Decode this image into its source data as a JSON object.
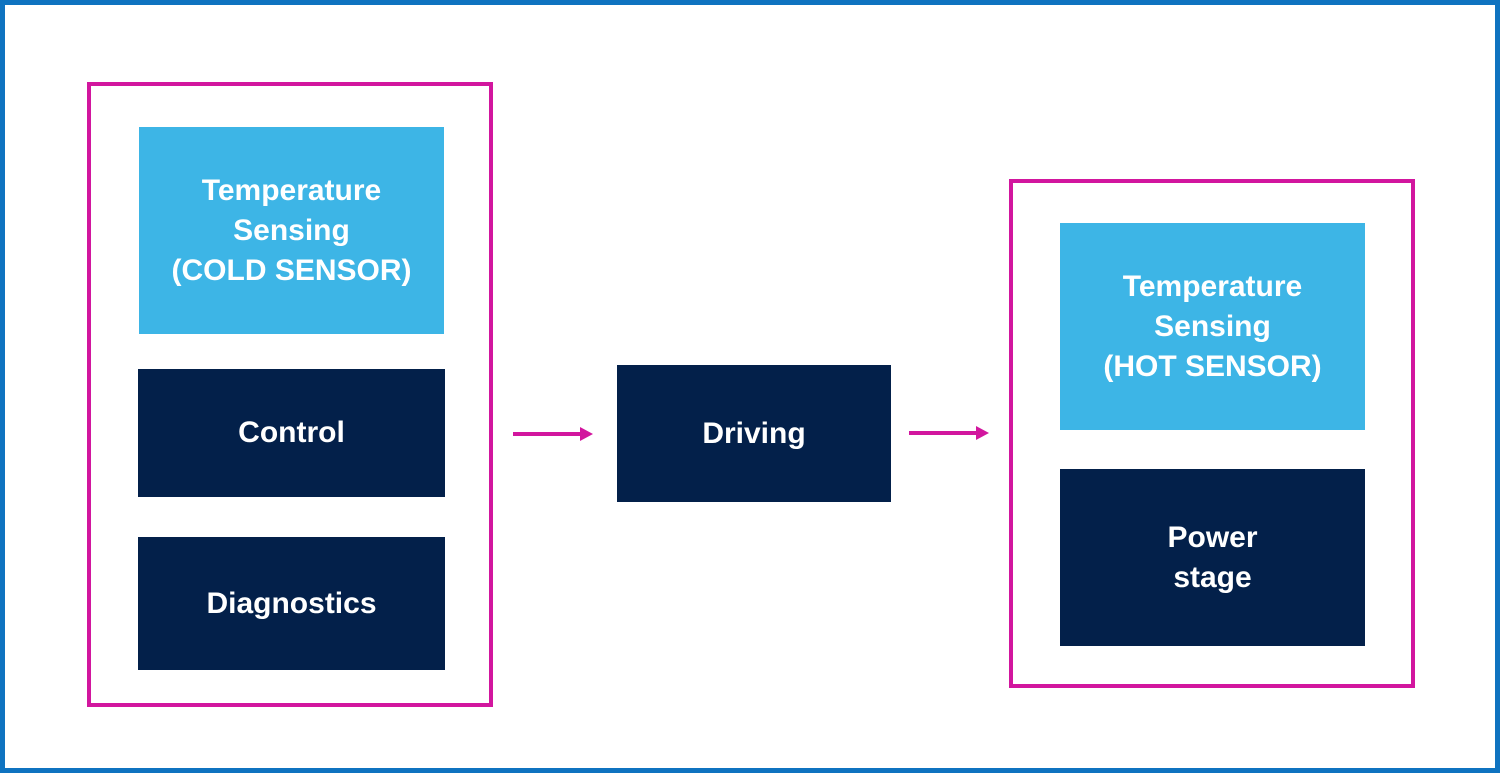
{
  "colors": {
    "frame": "#0f73c0",
    "group_border": "#d2169e",
    "sensor_block": "#3db5e6",
    "function_block": "#03204a",
    "text": "#ffffff",
    "arrow": "#d2169e"
  },
  "left_group": {
    "cold_sensor": "Temperature\nSensing\n(COLD SENSOR)",
    "control": "Control",
    "diagnostics": "Diagnostics"
  },
  "middle": {
    "driving": "Driving"
  },
  "right_group": {
    "hot_sensor": "Temperature\nSensing\n(HOT SENSOR)",
    "power_stage": "Power\nstage"
  }
}
